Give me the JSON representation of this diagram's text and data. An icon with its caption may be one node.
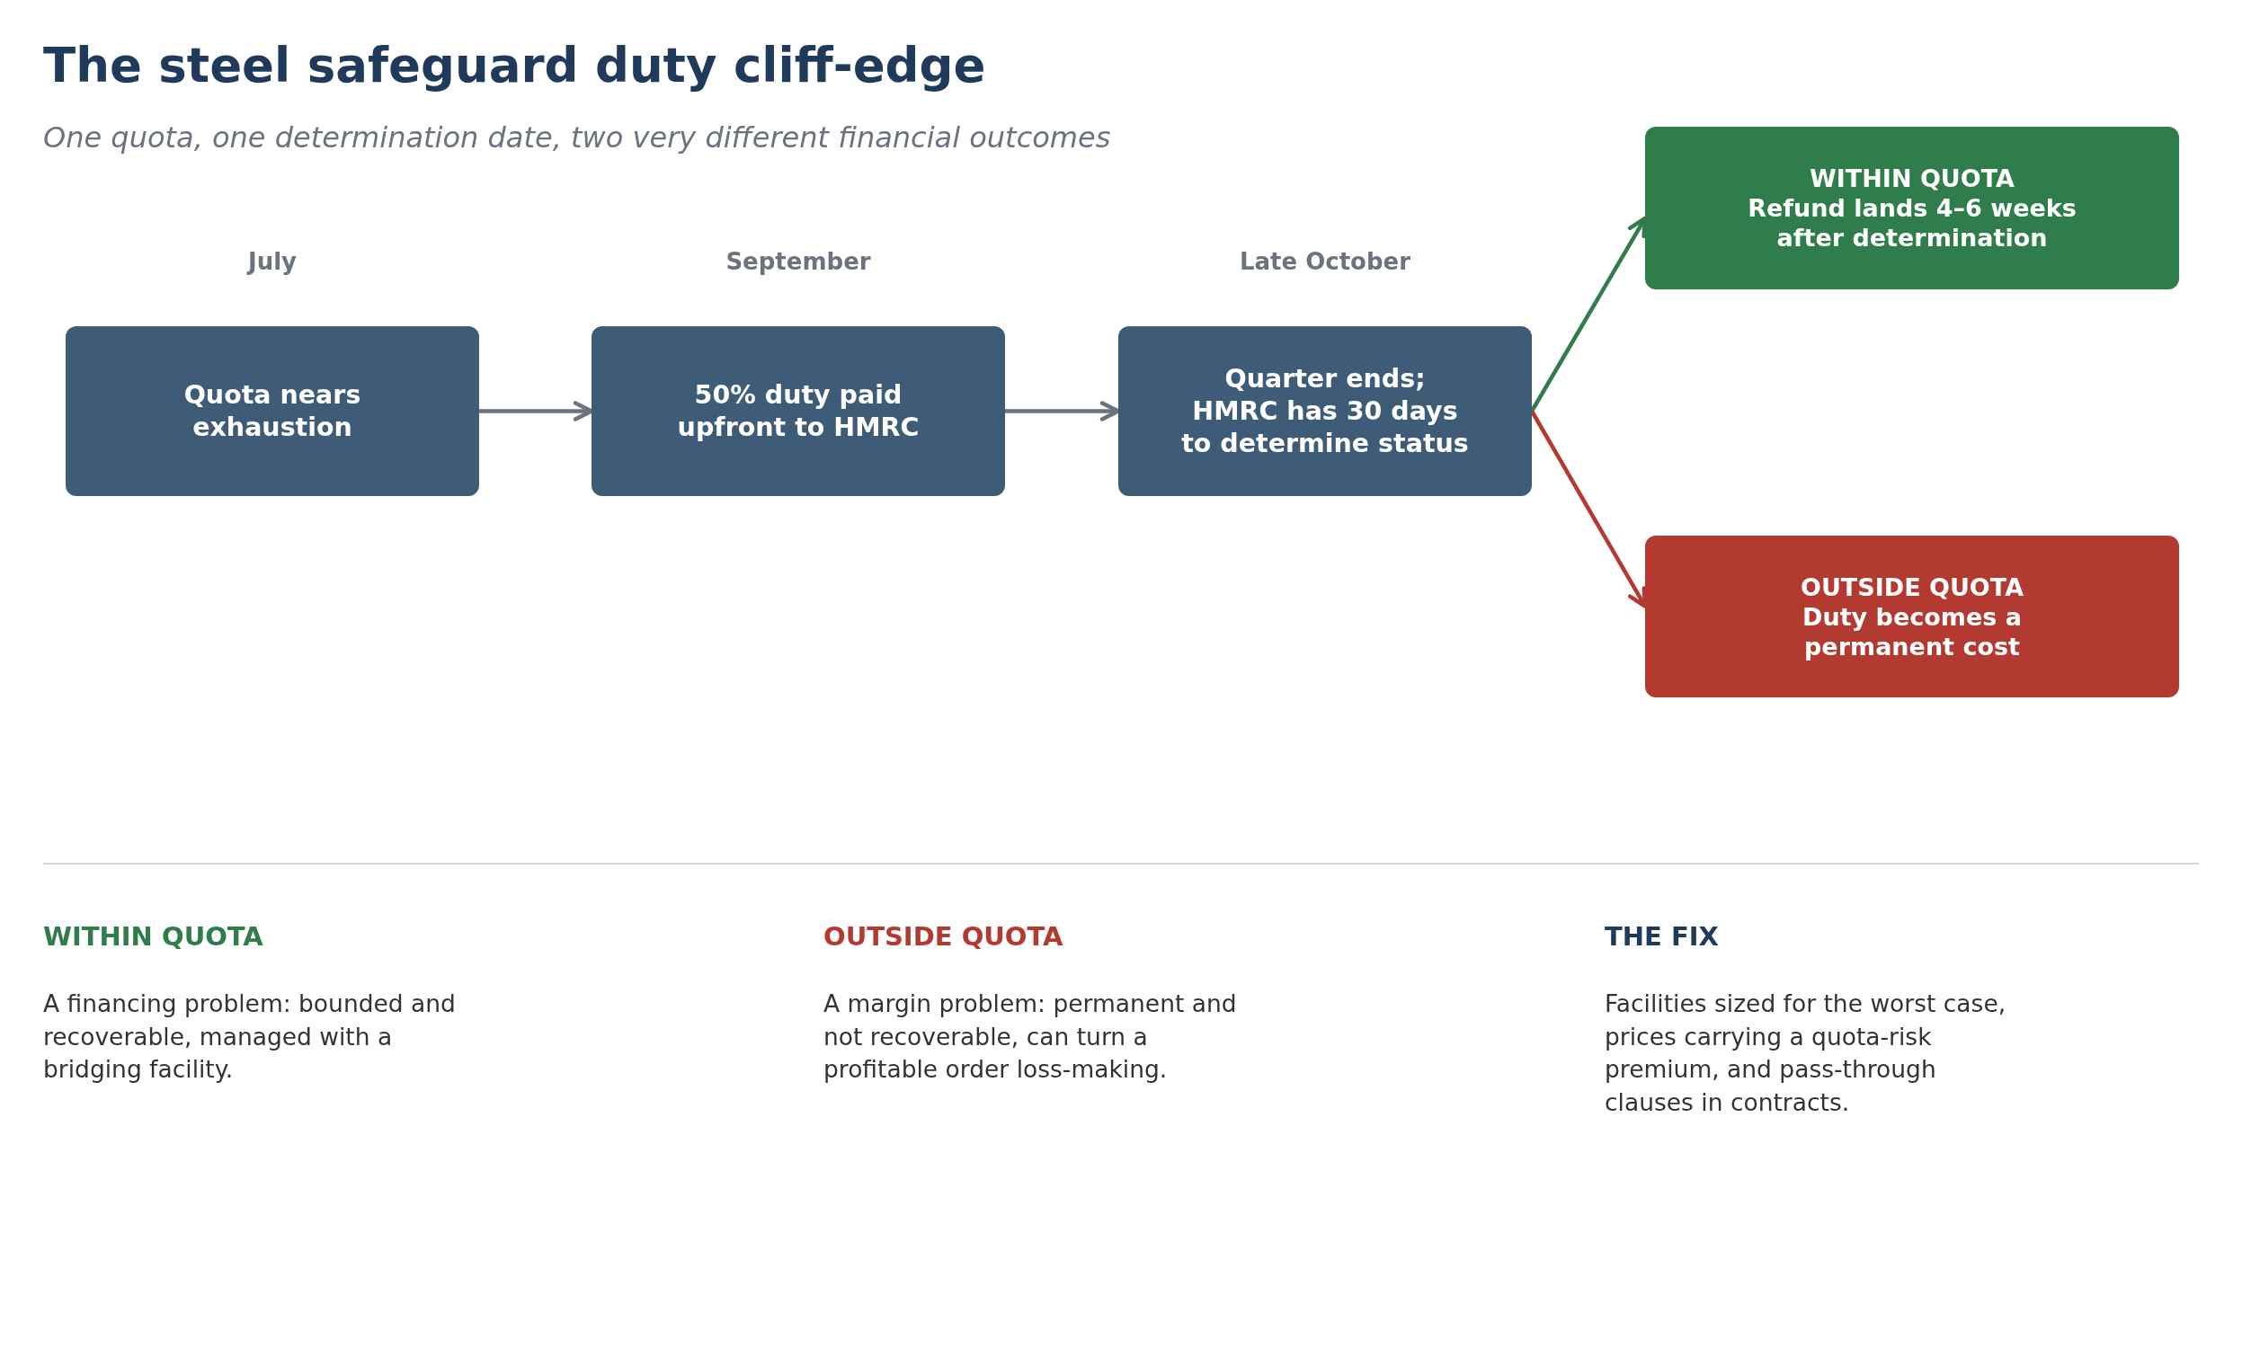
{
  "diagram": {
    "title": "The steel safeguard duty cliff-edge",
    "nodes": [
      {
        "text": [
          "Quota nears exhaustion"
        ],
        "beside": [
          "July"
        ]
      },
      {
        "text": [
          "50% duty paid upfront to HMRC"
        ],
        "beside": [
          "September"
        ]
      },
      {
        "text": [
          "Quarter ends; HMRC has 30 days to determine status"
        ],
        "beside": [
          "Late October"
        ]
      },
      {
        "text": [
          "WITHIN QUOTA",
          "Refund lands 4–6 weeks after determination"
        ]
      },
      {
        "text": [
          "OUTSIDE QUOTA",
          "Duty becomes a permanent cost"
        ]
      }
    ],
    "edges": [
      {
        "from": 0,
        "to": 1,
        "arrow": "to"
      },
      {
        "from": 1,
        "to": 2,
        "arrow": "to"
      },
      {
        "from": 2,
        "to": 3,
        "arrow": "to",
        "color": "#2e7d4a"
      },
      {
        "from": 2,
        "to": 4,
        "arrow": "to",
        "color": "#b33a30"
      }
    ],
    "labels": [
      "One quota, one determination date, two very different financial outcomes",
      "WITHIN QUOTA",
      "A financing problem: bounded and recoverable, managed with a bridging facility.",
      "OUTSIDE QUOTA",
      "A margin problem: permanent and not recoverable, can turn a profitable order loss-making.",
      "THE FIX",
      "Facilities sized for the worst case, prices carrying a quota-risk premium, and pass-through clauses in contracts."
    ]
  }
}
